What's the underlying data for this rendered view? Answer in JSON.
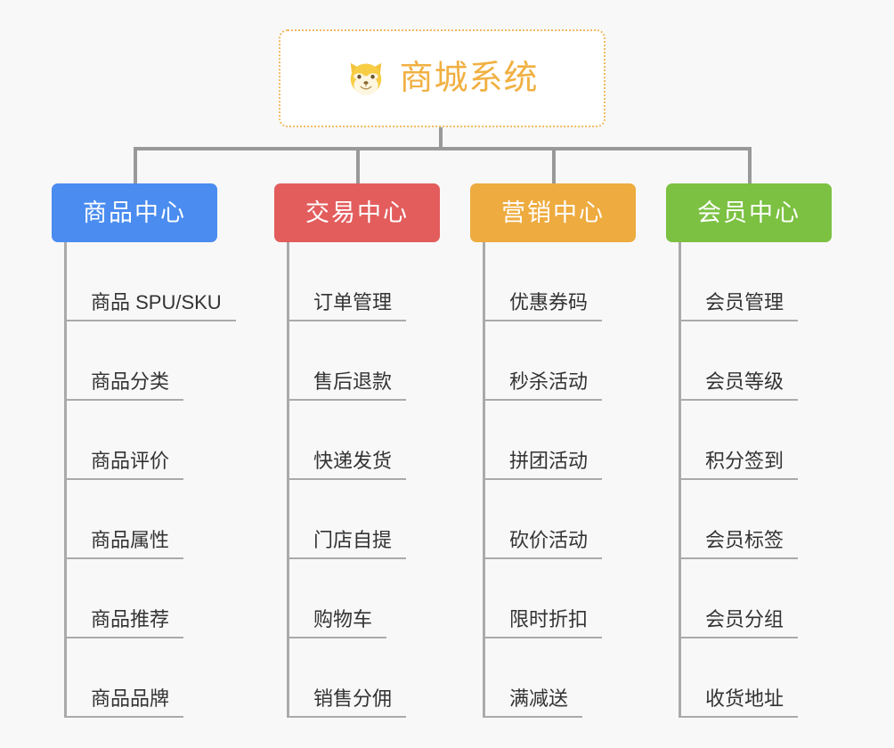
{
  "canvas": {
    "background": "#f8f8f8",
    "line_color": "#999999"
  },
  "root": {
    "title": "商城系统",
    "icon": "dog-face-icon",
    "text_color": "#f1b042",
    "border_color": "#f0b963",
    "background": "#ffffff"
  },
  "columns": [
    {
      "id": "product-center",
      "header": "商品中心",
      "color": "#4a8cf0",
      "items": [
        "商品 SPU/SKU",
        "商品分类",
        "商品评价",
        "商品属性",
        "商品推荐",
        "商品品牌"
      ]
    },
    {
      "id": "trade-center",
      "header": "交易中心",
      "color": "#e35d5d",
      "items": [
        "订单管理",
        "售后退款",
        "快递发货",
        "门店自提",
        "购物车",
        "销售分佣"
      ]
    },
    {
      "id": "marketing-center",
      "header": "营销中心",
      "color": "#eeab3f",
      "items": [
        "优惠券码",
        "秒杀活动",
        "拼团活动",
        "砍价活动",
        "限时折扣",
        "满减送"
      ]
    },
    {
      "id": "member-center",
      "header": "会员中心",
      "color": "#7cc142",
      "items": [
        "会员管理",
        "会员等级",
        "积分签到",
        "会员标签",
        "会员分组",
        "收货地址"
      ]
    }
  ]
}
